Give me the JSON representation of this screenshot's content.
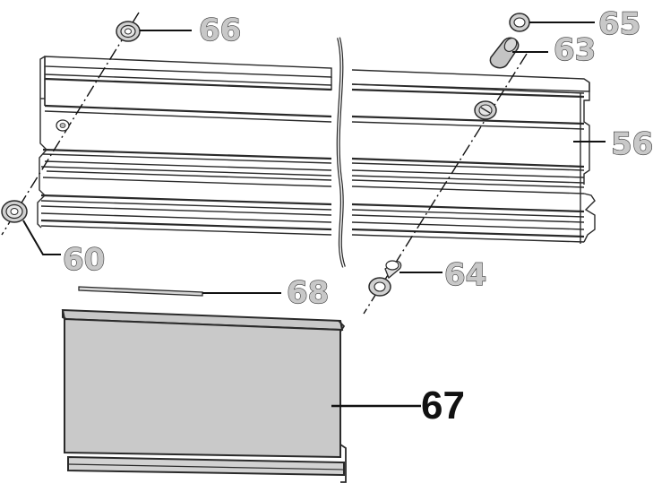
{
  "callouts": {
    "c66": "66",
    "c65": "65",
    "c63": "63",
    "c56": "56",
    "c60": "60",
    "c68": "68",
    "c64": "64",
    "c67": "67"
  },
  "colors": {
    "label_fill_grey": "#c8c8c8",
    "panel_fill": "#c9c9c9",
    "line": "#2a2a2a"
  }
}
